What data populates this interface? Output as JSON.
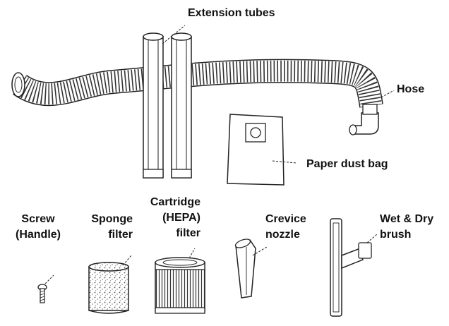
{
  "labels": {
    "extension_tubes": "Extension tubes",
    "hose": "Hose",
    "paper_dust_bag": "Paper dust bag",
    "screw": [
      "Screw",
      "(Handle)"
    ],
    "sponge_filter": [
      "Sponge",
      "filter"
    ],
    "cartridge_filter": [
      "Cartridge",
      "(HEPA)",
      "filter"
    ],
    "crevice_nozzle": [
      "Crevice",
      "nozzle"
    ],
    "wet_dry_brush": [
      "Wet & Dry",
      "brush"
    ]
  },
  "colors": {
    "line": "#222222",
    "text": "#111111"
  }
}
